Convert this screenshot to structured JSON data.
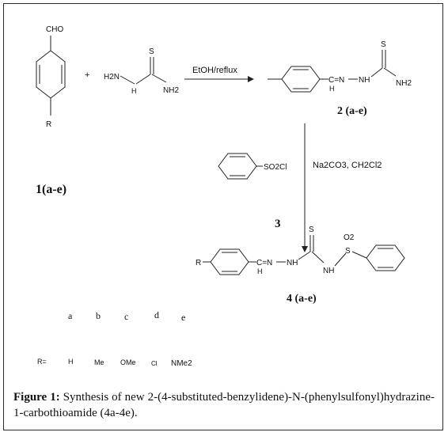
{
  "reagents": {
    "aldehyde_group": "CHO",
    "r_substituent": "R",
    "plus": "+",
    "h2n": "H2N",
    "nh": "H",
    "s_atom": "S",
    "nh2": "NH2",
    "sulfonyl_chloride": "SO2Cl"
  },
  "conditions": {
    "step1": "EtOH/reflux",
    "step2": "Na2CO3, CH2Cl2"
  },
  "compounds": {
    "start": "1(a-e)",
    "intermediate": "2 (a-e)",
    "reagent3": "3",
    "product": "4 (a-e)"
  },
  "intermediate_atoms": {
    "linker": "C=N",
    "h_under": "H",
    "nh": "NH",
    "s_atom": "S",
    "nh2": "NH2"
  },
  "product_atoms": {
    "r": "R",
    "linker": "C=N",
    "h_under": "H",
    "nh1": "NH",
    "s_thio": "S",
    "nh2": "NH",
    "o2": "O2",
    "s_sulfonyl": "S"
  },
  "substituents": {
    "letters": [
      "a",
      "b",
      "c",
      "d",
      "e"
    ],
    "r_label": "R=",
    "values": [
      "H",
      "Me",
      "OMe",
      "Cl",
      "NMe2"
    ]
  },
  "caption": {
    "label": "Figure 1:",
    "text": "Synthesis of new 2-(4-substituted-benzylidene)-N-(phenylsulfonyl)hydrazine-1-carbothioamide (4a-4e)."
  }
}
